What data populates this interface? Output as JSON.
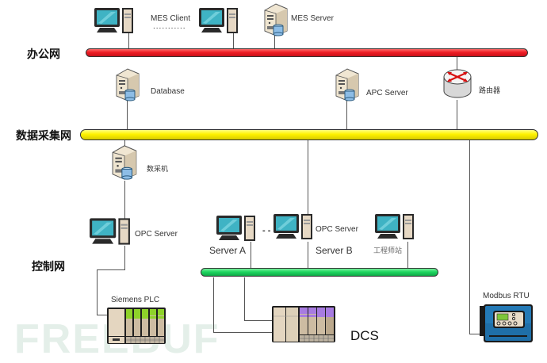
{
  "diagram": {
    "networks": {
      "office": {
        "label": "办公网",
        "color": "#ee1c24"
      },
      "data_acquisition": {
        "label": "数据采集网",
        "color": "#fff200"
      },
      "control": {
        "label": "控制网"
      },
      "control_bus_color": "#1ed760"
    },
    "nodes": {
      "mes_client": {
        "label": "MES Client",
        "dots": "..........."
      },
      "mes_server": {
        "label": "MES Server"
      },
      "database": {
        "label": "Database"
      },
      "apc_server": {
        "label": "APC Server"
      },
      "router": {
        "label": "路由器"
      },
      "data_collector": {
        "label": "数采机"
      },
      "opc_server_left": {
        "label": "OPC Server"
      },
      "server_a": {
        "label": "Server A"
      },
      "server_b": {
        "label": "Server B"
      },
      "opc_server_mid": {
        "label": "OPC Server"
      },
      "engineer_station": {
        "label": "工程师站"
      },
      "siemens_plc": {
        "label": "Siemens PLC"
      },
      "dcs": {
        "label": "DCS"
      },
      "modbus_rtu": {
        "label": "Modbus RTU"
      },
      "server_dots": "- -"
    },
    "watermark": "FREEBUF"
  }
}
